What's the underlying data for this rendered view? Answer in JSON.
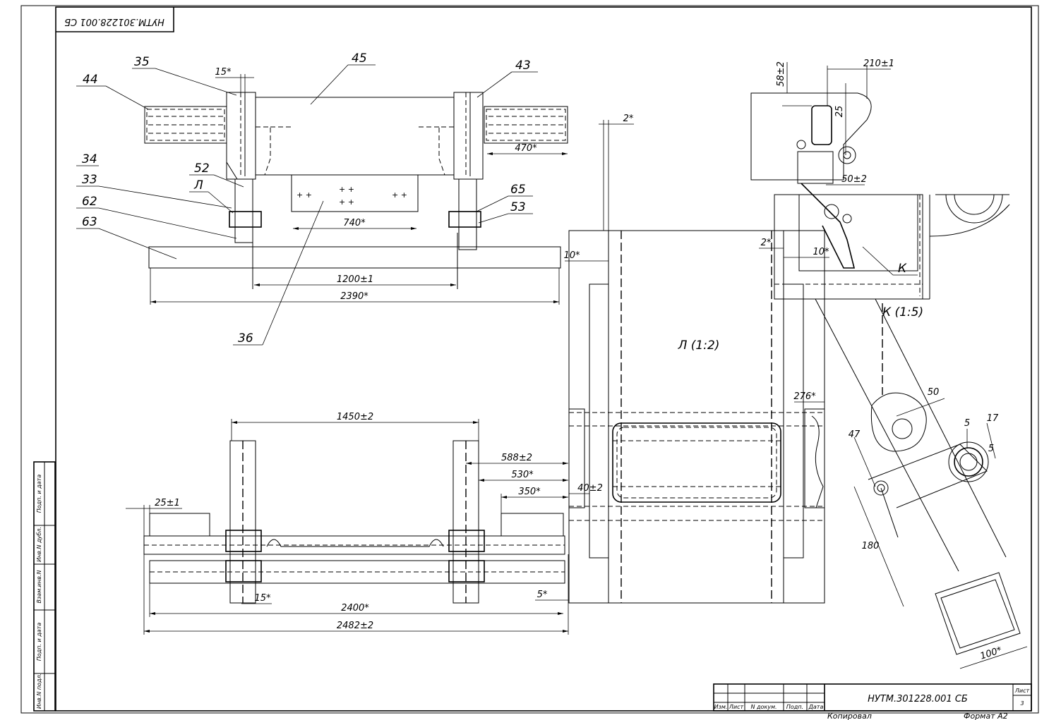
{
  "stamp": {
    "code": "НУТМ.301228.001 СБ",
    "code_rotated": "НУТМ.301228.001 СБ"
  },
  "title_block": {
    "document_code": "НУТМ.301228.001 СБ",
    "sheet_label": "Лист",
    "sheet_number": "3",
    "col_izm": "Изм.",
    "col_list": "Лист",
    "col_doc": "N докум.",
    "col_sign": "Подп.",
    "col_date": "Дата",
    "copied": "Копировал",
    "format": "Формат А2"
  },
  "side_stamp": [
    "Инв.N подл.",
    "Подп. и дата",
    "Взам.инв.N",
    "Инв.N дубл.",
    "Подп. и дата"
  ],
  "callouts": {
    "c44": "44",
    "c35": "35",
    "c45": "45",
    "c43": "43",
    "c34": "34",
    "c33": "33",
    "c52": "52",
    "cL": "Л",
    "c62": "62",
    "c63": "63",
    "c65": "65",
    "c53": "53",
    "c36": "36"
  },
  "dims": {
    "d15a": "15*",
    "d470": "470*",
    "d740": "740*",
    "d1200": "1200±1",
    "d2390": "2390*",
    "d1450": "1450±2",
    "d588": "588±2",
    "d530": "530*",
    "d350": "350*",
    "d25": "25±1",
    "d15b": "15*",
    "d2400": "2400*",
    "d2482": "2482±2",
    "d5": "5*",
    "d40": "40±2",
    "d2a": "2*",
    "d10a": "10*",
    "d2b": "2*",
    "d10b": "10*",
    "d276": "276*",
    "d58": "58±2",
    "d210": "210±1",
    "d25b": "25",
    "d50a": "50±2",
    "d50": "50",
    "d5a": "5",
    "d17": "17",
    "d5b": "5",
    "d47": "47",
    "d180": "180",
    "d100": "100*"
  },
  "views": {
    "viewL": "Л (1:2)",
    "labelK": "К",
    "viewK": "К (1:5)"
  }
}
